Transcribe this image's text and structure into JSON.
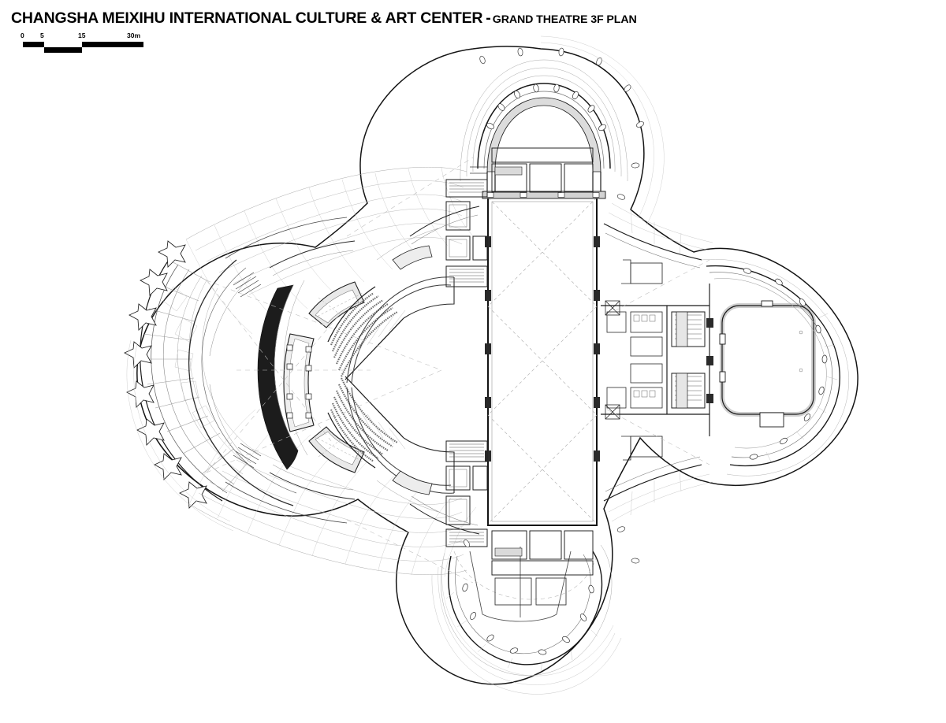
{
  "sheet": {
    "background_color": "#ffffff",
    "ink_color": "#1a1a1a"
  },
  "title": {
    "main": "CHANGSHA MEIXIHU INTERNATIONAL CULTURE & ART CENTER",
    "separator": "-",
    "subtitle": "GRAND THEATRE 3F PLAN"
  },
  "scale_bar": {
    "unit_suffix": "m",
    "ticks": [
      "0",
      "5",
      "15",
      "30m"
    ],
    "tick_values": [
      0,
      5,
      15,
      30
    ],
    "segments": [
      {
        "from": 0,
        "to": 5,
        "filled": true,
        "row": "top"
      },
      {
        "from": 5,
        "to": 15,
        "filled": true,
        "row": "bottom"
      },
      {
        "from": 15,
        "to": 30,
        "filled": true,
        "row": "top"
      }
    ]
  },
  "drawing": {
    "type": "architectural-floor-plan",
    "level": "3F",
    "building": "Grand Theatre",
    "orientation_note": "plan north up",
    "line_weights": {
      "wall_heavy": 1.9,
      "wall_medium": 1.1,
      "detail_light": 0.55,
      "hairline": 0.35,
      "dashed_void": 0.5
    },
    "palette": {
      "heavy": "#141414",
      "medium": "#3a3a3a",
      "light": "#6d6d6d",
      "hair": "#9a9a9a",
      "shell_mesh": "#b9b9b9",
      "poche_fill": "#d7d7d7",
      "void_dash": "#b4b4b4",
      "seat_gray": "#747474"
    },
    "zones": [
      {
        "name": "west-shell-facade",
        "description": "faceted glazed west facade with diamond mullions and star-shaped structural nodes"
      },
      {
        "name": "west-gridshell-north",
        "description": "curved quadrilateral gridshell roof surface, north-west"
      },
      {
        "name": "west-gridshell-south",
        "description": "curved quadrilateral gridshell roof surface, south-west"
      },
      {
        "name": "auditorium-balcony",
        "description": "curved tiered balcony seating rows of the grand theatre"
      },
      {
        "name": "side-boxes",
        "description": "curved side boxes flanking the auditorium"
      },
      {
        "name": "central-void",
        "description": "large rectangular open-to-below volume with crossed dashed diagonals"
      },
      {
        "name": "north-wing",
        "description": "arched domed hall at the north lobe"
      },
      {
        "name": "south-wing",
        "description": "rounded south lobe with radial partitions"
      },
      {
        "name": "east-rehearsal-room",
        "description": "rounded-rectangle rehearsal hall in the east lobe"
      },
      {
        "name": "east-shell-facade",
        "description": "layered curved east facade with perimeter columns"
      },
      {
        "name": "service-core-north",
        "description": "stairs, lifts and back-of-house rooms north of the stage"
      },
      {
        "name": "service-core-south",
        "description": "stairs, lifts and back-of-house rooms south of the stage"
      }
    ]
  }
}
